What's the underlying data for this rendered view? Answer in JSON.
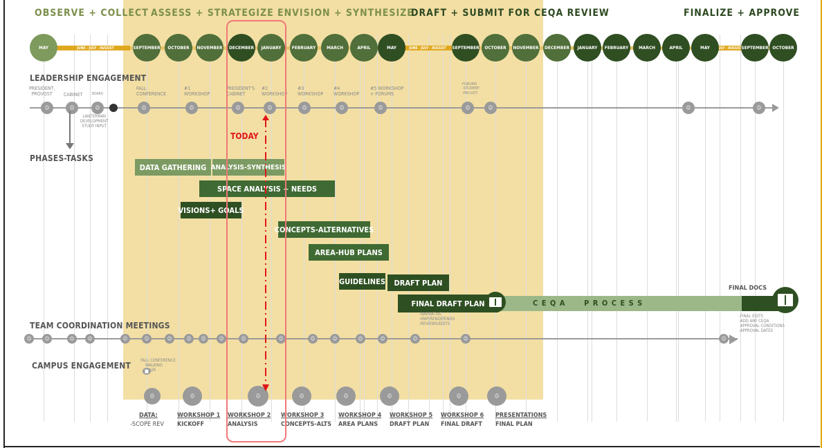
{
  "phases": [
    "OBSERVE + COLLECT",
    "ASSESS + STRATEGIZE",
    "ENVISION + SYNTHESIZE",
    "DRAFT + SUBMIT FOR CEQA REVIEW",
    "FINALIZE + APPROVE"
  ],
  "months": [
    {
      "label": "MAY",
      "tone": "light"
    },
    {
      "label": "SEPTEMBER",
      "tone": "mid"
    },
    {
      "label": "OCTOBER",
      "tone": "mid"
    },
    {
      "label": "NOVEMBER",
      "tone": "mid"
    },
    {
      "label": "DECEMBER",
      "tone": "dark"
    },
    {
      "label": "JANUARY",
      "tone": "mid"
    },
    {
      "label": "FEBRUARY",
      "tone": "mid"
    },
    {
      "label": "MARCH",
      "tone": "mid"
    },
    {
      "label": "APRIL",
      "tone": "mid"
    },
    {
      "label": "MAY",
      "tone": "dark"
    },
    {
      "label": "SEPTEMBER",
      "tone": "dark"
    },
    {
      "label": "OCTOBER",
      "tone": "mid"
    },
    {
      "label": "NOVEMBER",
      "tone": "mid"
    },
    {
      "label": "DECEMBER",
      "tone": "mid"
    },
    {
      "label": "JANUARY",
      "tone": "dark"
    },
    {
      "label": "FEBRUARY",
      "tone": "dark"
    },
    {
      "label": "MARCH",
      "tone": "dark"
    },
    {
      "label": "APRIL",
      "tone": "dark"
    },
    {
      "label": "MAY",
      "tone": "dark"
    },
    {
      "label": "SEPTEMBER",
      "tone": "dark"
    },
    {
      "label": "OCTOBER",
      "tone": "dark"
    }
  ],
  "gold_labels": [
    "JUNE - JULY - AUGUST",
    "JUNE - JULY - AUGUST",
    "JUNE - JULY - AUGUST"
  ],
  "sections": {
    "leadership": "LEADERSHIP ENGAGEMENT",
    "phases_tasks": "PHASES-TASKS",
    "team": "TEAM COORDINATION MEETINGS",
    "campus": "CAMPUS ENGAGEMENT"
  },
  "leadership_labels": {
    "president": "PRESIDENT,\nPROVOST",
    "cabinet": "CABINET",
    "board": "BOARD",
    "lanterman": "LANTERMAN\nDEVELOPMENT\nSTUDY INPUT",
    "fall_conf": "FALL\nCONFERENCE",
    "w1": "#1\nWORKSHOP",
    "pres_cab": "PRESIDENT'S\nCABINET",
    "w2": "#2\nWORKSHOP",
    "w3": "#3\nWORKSHOP",
    "w4": "#4\nWORKSHOP",
    "w5": "#5 WORKSHOP\n+ FORUMS",
    "forums": "FORUMS\n-STUDENT\n-FACULTY"
  },
  "today": "TODAY",
  "tasks": [
    "DATA GATHERING",
    "ANALYSIS-SYNTHESIS",
    "SPACE ANALYSIS + NEEDS",
    "VISIONS+ GOALS",
    "CONCEPTS-ALTERNATIVES",
    "AREA-HUB PLANS",
    "GUIDELINES",
    "DRAFT PLAN",
    "FINAL DRAFT PLAN"
  ],
  "ceqa": {
    "label": "C E Q A      P R O C E S S",
    "final_docs": "FINAL DOCS"
  },
  "draft_notes": "-NARRATIVE\n-MAP/RENDERINGS\n-REVIEWS/EDITS",
  "final_notes": "-FINAL EDITS\n-ADD ANY CEQA\n APPROVAL CONDITIONS\n-APPROVAL DATES",
  "campus_note": "FALL CONFERENCE\n    WALKING\n    TOUR",
  "workshops": [
    {
      "title": "DATA:",
      "sub": "-SCOPE REV"
    },
    {
      "title": "WORKSHOP 1",
      "sub": "KICKOFF"
    },
    {
      "title": "WORKSHOP 2",
      "sub": "ANALYSIS"
    },
    {
      "title": "WORKSHOP 3",
      "sub": "CONCEPTS-ALTS"
    },
    {
      "title": "WORKSHOP 4",
      "sub": "AREA PLANS"
    },
    {
      "title": "WORKSHOP 5",
      "sub": "DRAFT PLAN"
    },
    {
      "title": "WORKSHOP 6",
      "sub": "FINAL DRAFT"
    },
    {
      "title": "PRESENTATIONS",
      "sub": "FINAL PLAN"
    }
  ],
  "colors": {
    "band": "#f3dfa4",
    "gold": "#e0a81e",
    "dark_green": "#2e4f22",
    "light_green": "#7c9b63",
    "today": "#e0161a"
  }
}
